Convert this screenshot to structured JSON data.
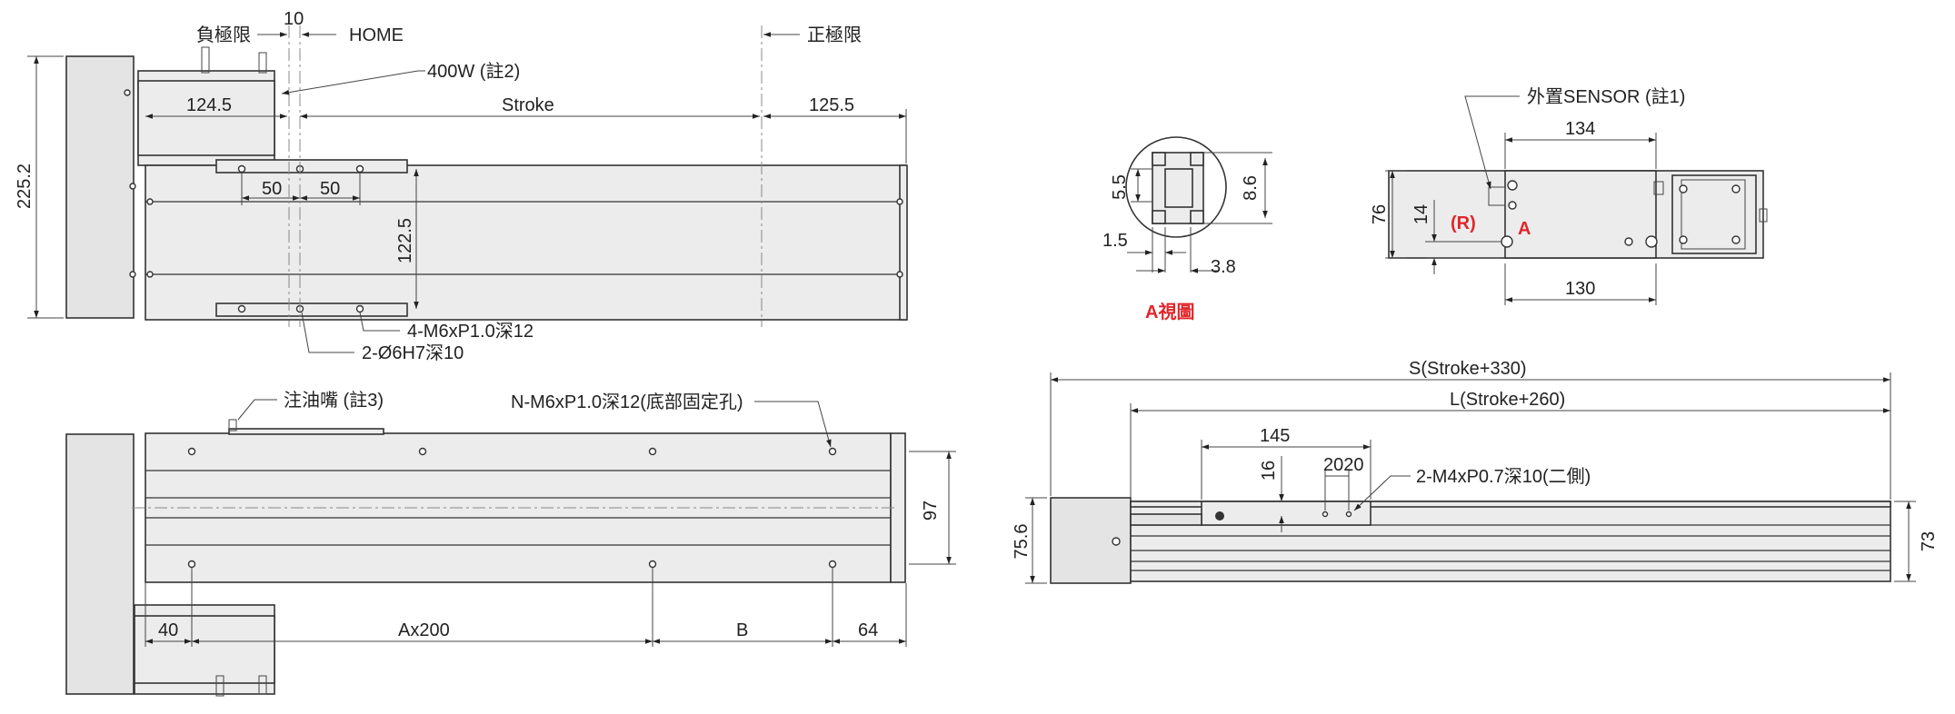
{
  "top_view": {
    "neg_limit": "負極限",
    "pos_limit": "正極限",
    "home": "HOME",
    "dim_10": "10",
    "motor": "400W (註2)",
    "dim_124_5": "124.5",
    "stroke": "Stroke",
    "dim_125_5": "125.5",
    "dim_225_2": "225.2",
    "dim_50a": "50",
    "dim_50b": "50",
    "dim_122_5": "122.5",
    "tap": "4-M6xP1.0深12",
    "pin": "2-Ø6H7深10"
  },
  "bottom_view": {
    "grease": "注油嘴 (註3)",
    "mount": "N-M6xP1.0深12(底部固定孔)",
    "dim_97": "97",
    "dim_40": "40",
    "ax200": "Ax200",
    "b": "B",
    "dim_64": "64"
  },
  "view_a": {
    "title": "A視圖",
    "dim_5_5": "5.5",
    "dim_8_6": "8.6",
    "dim_1_5": "1.5",
    "dim_3_8": "3.8"
  },
  "end_view": {
    "sensor": "外置SENSOR (註1)",
    "dim_134": "134",
    "dim_76": "76",
    "dim_14": "14",
    "r": "(R)",
    "a": "A",
    "dim_130": "130"
  },
  "side_view": {
    "s": "S(Stroke+330)",
    "l": "L(Stroke+260)",
    "dim_145": "145",
    "dim_16": "16",
    "dim_2020": "2020",
    "side_tap": "2-M4xP0.7深10(二側)",
    "dim_75_6": "75.6",
    "dim_73": "73"
  }
}
